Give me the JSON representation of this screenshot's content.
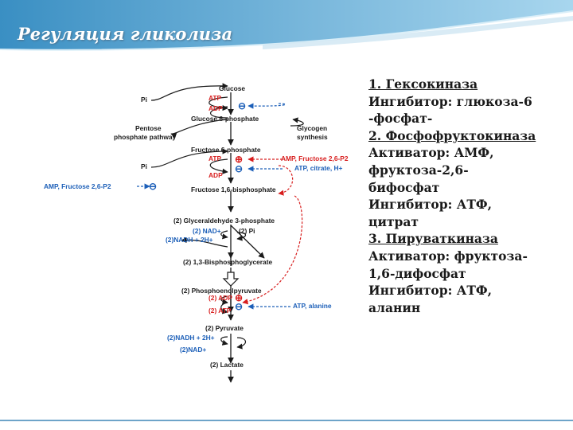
{
  "slide": {
    "title": "Регуляция гликолиза"
  },
  "diagram": {
    "labels": {
      "pi_top": "Pi",
      "glucose": "Glucose",
      "atp1": "ATP",
      "adp1": "ADP",
      "glucose6p": "Glucose 6-phosphate",
      "pentose": "Pentose",
      "ppp": "phosphate pathway",
      "glycogen": "Glycogen",
      "synthesis": "synthesis",
      "fructose6p": "Fructose 6-phosphate",
      "pi_mid": "Pi",
      "atp2": "ATP",
      "adp2": "ADP",
      "amp_f26": "AMP, Fructose 2,6-P2",
      "atp_citrate": "ATP, citrate, H+",
      "left_amp": "AMP, Fructose 2,6-P2",
      "fructose16": "Fructose 1,6-bisphosphate",
      "g3p": "(2) Glyceraldehyde 3-phosphate",
      "nad2": "(2) NAD+",
      "pi2": "(2) Pi",
      "nadh2": "(2)NADH + 2H+",
      "bpg": "(2) 1,3-Bisphosphoglycerate",
      "pep": "(2) Phosphoenolpyruvate",
      "adp3": "(2) ADP",
      "atp3": "(2) ATP",
      "atp_alanine": "ATP, alanine",
      "pyruvate": "(2) Pyruvate",
      "nadh3": "(2)NADH + 2H+",
      "nad3": "(2)NAD+",
      "lactate": "(2) Lactate",
      "minus": "⊖",
      "plus": "⊕"
    },
    "colors": {
      "red": "#d81e1e",
      "blue": "#1c5fb8",
      "black": "#1a1a1a"
    }
  },
  "enzymes": {
    "l1": "1. Гексокиназа",
    "l2": "Ингибитор: глюкоза-6",
    "l3": "-фосфат-",
    "l4": "2. Фосфофруктокиназа",
    "l5": "Активатор: АМФ,",
    "l6": "фруктоза-2,6-",
    "l7": "бифосфат",
    "l8": "Ингибитор: АТФ,",
    "l9": "цитрат",
    "l10": "3. Пируваткиназа",
    "l11": "Активатор: фруктоза-",
    "l12": "1,6-дифосфат",
    "l13": "Ингибитор: АТФ,",
    "l14": "аланин"
  }
}
